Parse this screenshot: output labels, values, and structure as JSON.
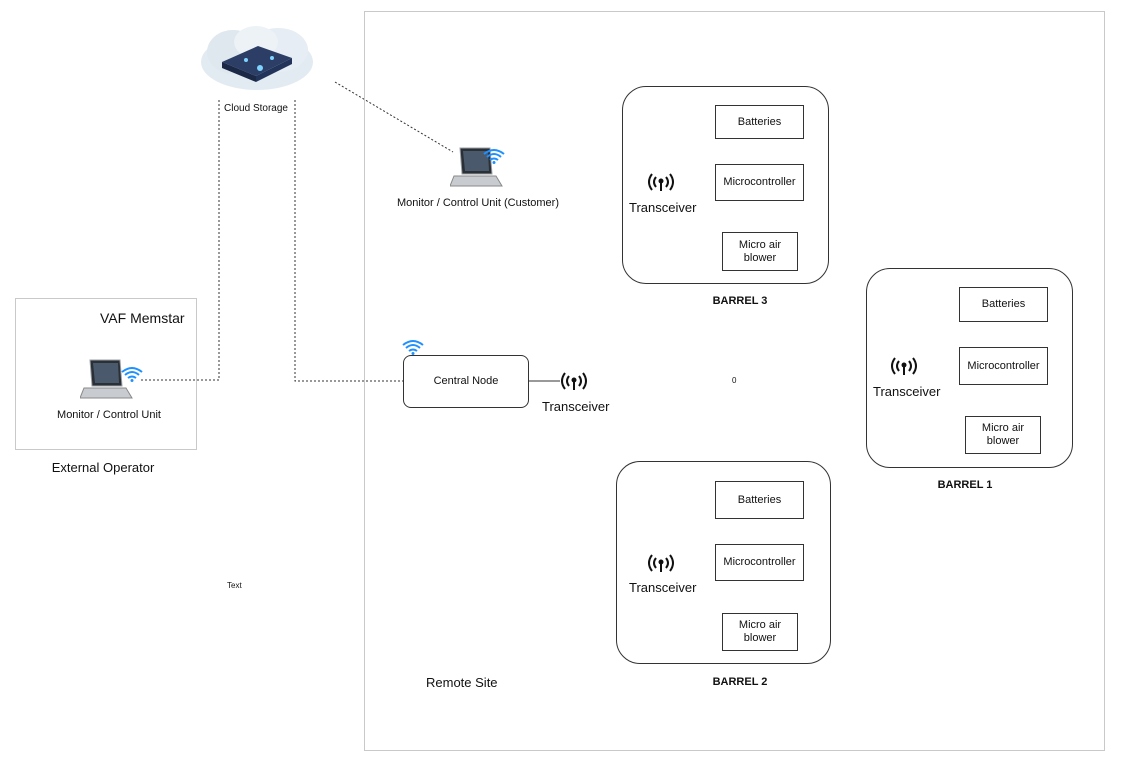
{
  "cloud": {
    "label": "Cloud Storage",
    "icon": "cloud-server-icon"
  },
  "customer_unit": {
    "label": "Monitor / Control Unit (Customer)",
    "icon": "laptop-icon"
  },
  "external": {
    "company": "VAF Memstar",
    "unit_label": "Monitor / Control Unit",
    "caption": "External Operator"
  },
  "central": {
    "label": "Central Node",
    "transceiver_label": "Transceiver"
  },
  "remote_site_label": "Remote Site",
  "stray_text": "Text",
  "stray_zero": "0",
  "barrels": {
    "b3": {
      "name": "BARREL 3",
      "batteries": "Batteries",
      "mcu": "Microcontroller",
      "blower": "Micro air blower",
      "transceiver": "Transceiver"
    },
    "b1": {
      "name": "BARREL 1",
      "batteries": "Batteries",
      "mcu": "Microcontroller",
      "blower": "Micro air blower",
      "transceiver": "Transceiver"
    },
    "b2": {
      "name": "BARREL 2",
      "batteries": "Batteries",
      "mcu": "Microcontroller",
      "blower": "Micro air blower",
      "transceiver": "Transceiver"
    }
  },
  "colors": {
    "wifi": "#1e90ff",
    "line": "#333333",
    "frame": "#c9c9c9"
  }
}
